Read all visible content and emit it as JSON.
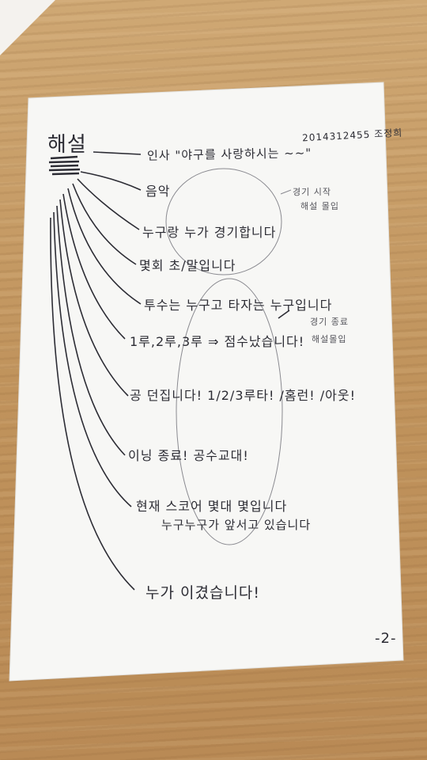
{
  "header": {
    "student_id": "2014312455 조정희",
    "title": "해설",
    "page_number": "-2-"
  },
  "items": [
    "인사 \"야구를 사랑하시는 ~~\"",
    "음악",
    "누구랑 누가 경기합니다",
    "몇회 초/말입니다",
    "투수는 누구고 타자는 누구입니다",
    "1루,2루,3루 ⇒ 점수났습니다!",
    "공 던집니다! 1/2/3루타! /홈런! /아웃!",
    "이닝 종료! 공수교대!",
    "현재 스코어 몇대 몇입니다",
    "누구누구가 앞서고 있습니다",
    "누가 이겼습니다!"
  ],
  "notes": {
    "game_start": [
      "경기 시작",
      "해설 몰입"
    ],
    "game_end": [
      "경기 종료",
      "해설몰입"
    ]
  }
}
